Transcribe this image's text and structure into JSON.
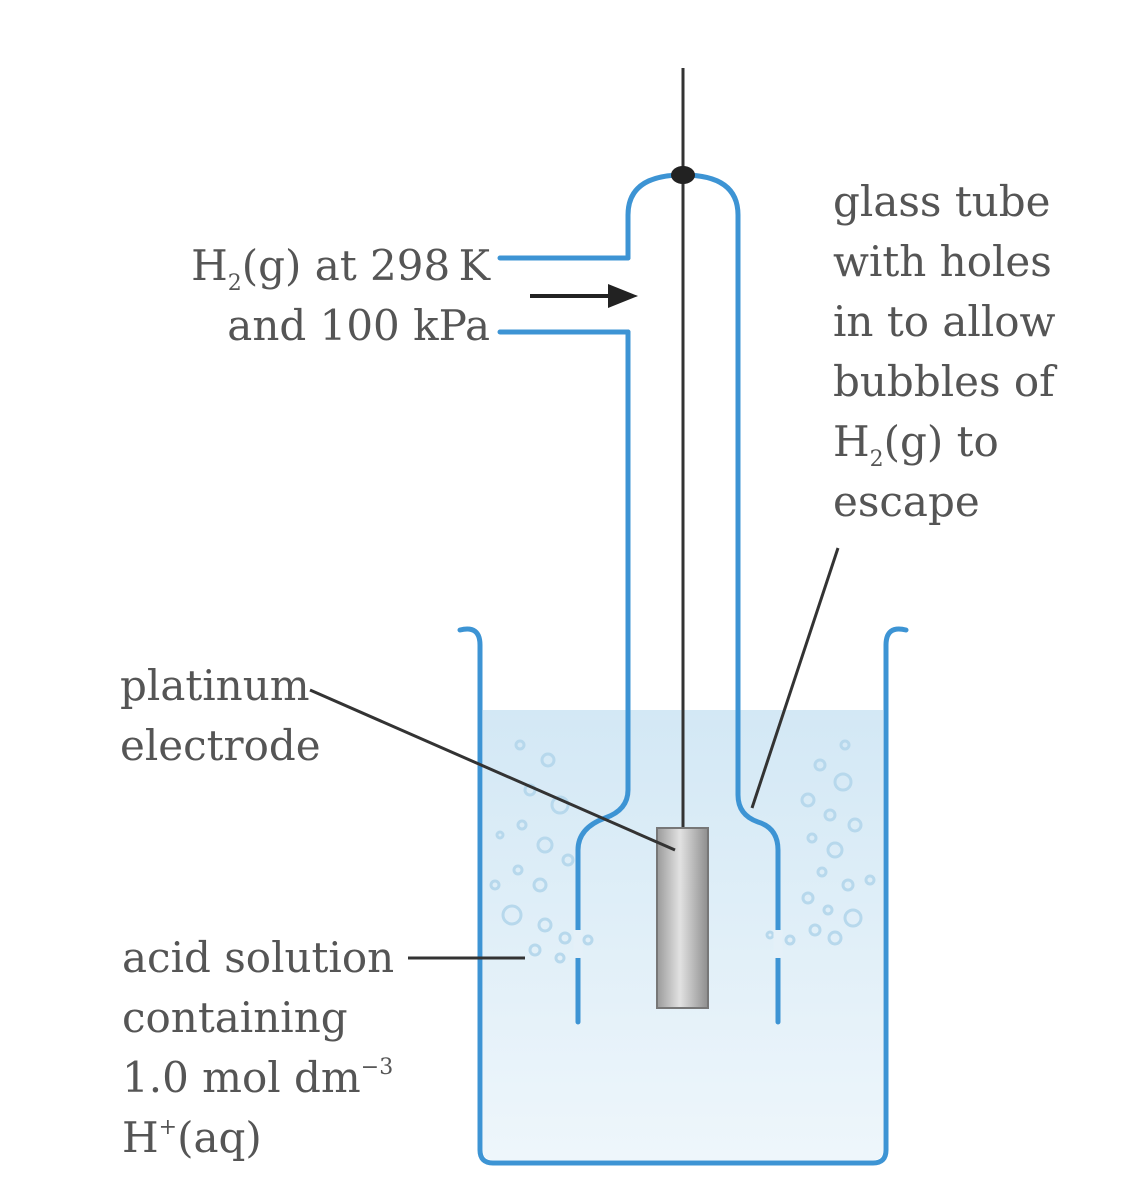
{
  "labels": {
    "h2_inlet": {
      "line1_pre": "H",
      "line1_sub": "2",
      "line1_post": "(g) at 298 K",
      "line2": "and 100 kPa"
    },
    "glass_tube": {
      "line1": "glass tube",
      "line2": "with holes",
      "line3": "in to allow",
      "line4": "bubbles of",
      "line5_pre": "H",
      "line5_sub": "2",
      "line5_post": "(g) to",
      "line6": "escape"
    },
    "platinum": {
      "line1": "platinum",
      "line2": "electrode"
    },
    "acid": {
      "line1": "acid solution",
      "line2": "containing",
      "line3_pre": "1.0 mol dm",
      "line3_sup": "−3",
      "line4_pre": "H",
      "line4_sup": "+",
      "line4_post": "(aq)"
    }
  },
  "colors": {
    "glass": "#3d94d4",
    "solution": "#dcecf6",
    "wire": "#333333",
    "text": "#555555",
    "electrode": "#c8c8c8"
  }
}
